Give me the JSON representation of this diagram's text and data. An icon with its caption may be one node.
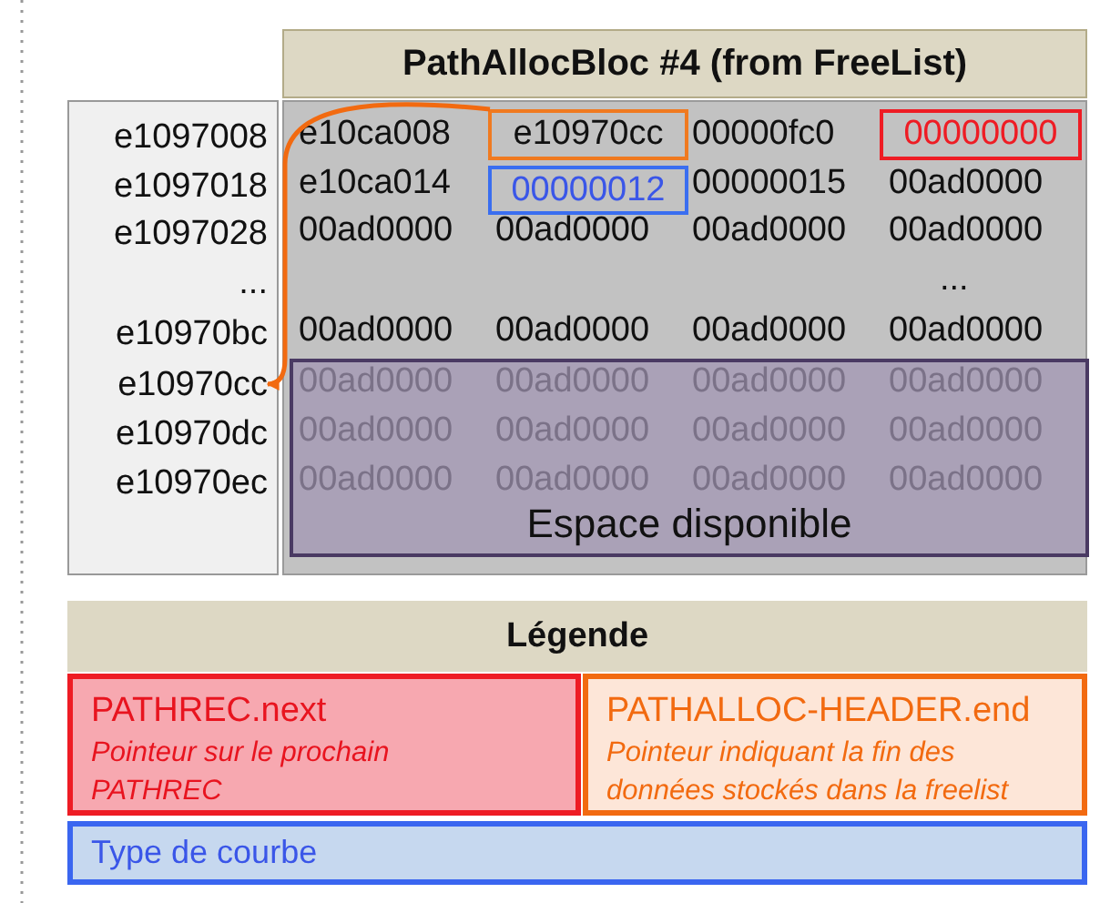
{
  "diagram": {
    "nodes": [
      {
        "text": [
          "PathAllocBloc #4 (from FreeList)"
        ]
      },
      {
        "text": [],
        "shape": "box"
      },
      {
        "text": [
          "e1097008"
        ],
        "in": 1
      },
      {
        "text": [
          "e1097018"
        ],
        "in": 1
      },
      {
        "text": [
          "e1097028"
        ],
        "in": 1
      },
      {
        "text": [
          "..."
        ],
        "in": 1
      },
      {
        "text": [
          "e10970bc"
        ],
        "in": 1
      },
      {
        "text": [
          "e10970cc"
        ],
        "in": 1
      },
      {
        "text": [
          "e10970dc"
        ],
        "in": 1
      },
      {
        "text": [
          "e10970ec"
        ],
        "in": 1
      },
      {
        "text": [],
        "shape": "box"
      },
      {
        "text": [
          "e10970cc"
        ],
        "in": 10
      },
      {
        "text": [
          "00000000"
        ],
        "in": 10
      },
      {
        "text": [
          "00000012"
        ],
        "in": 10
      },
      {
        "text": [
          "Espace disponible"
        ],
        "in": 10
      },
      {
        "text": [
          "Légende"
        ]
      },
      {
        "text": [
          "PATHREC.next",
          "Pointeur sur le prochain PATHREC"
        ]
      },
      {
        "text": [
          "PATHALLOC-HEADER.end",
          "Pointeur indiquant la fin des données stockés dans la freelist"
        ]
      },
      {
        "text": [
          "Type de courbe"
        ]
      }
    ],
    "edges": [
      {
        "from": 11,
        "to": 7,
        "arrow": "to",
        "color": "#f26a10"
      }
    ],
    "labels": [
      "e10ca008",
      "00000fc0",
      "e10ca014",
      "00000015",
      "00ad0000",
      "00ad0000",
      "00ad0000",
      "00ad0000",
      "00ad0000",
      "...",
      "00ad0000",
      "00ad0000",
      "00ad0000",
      "00ad0000",
      "00ad0000",
      "00ad0000",
      "00ad0000",
      "00ad0000",
      "00ad0000",
      "00ad0000",
      "00ad0000",
      "00ad0000",
      "00ad0000",
      "00ad0000",
      "00ad0000",
      "00ad0000"
    ]
  }
}
